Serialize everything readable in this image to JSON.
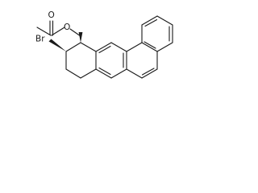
{
  "molecule": {
    "atom_labels": {
      "carbonyl_oxygen": "O",
      "ester_oxygen": "O",
      "bromine": "Br"
    },
    "colors": {
      "bond": "#1a1a1a",
      "background": "#ffffff"
    }
  }
}
